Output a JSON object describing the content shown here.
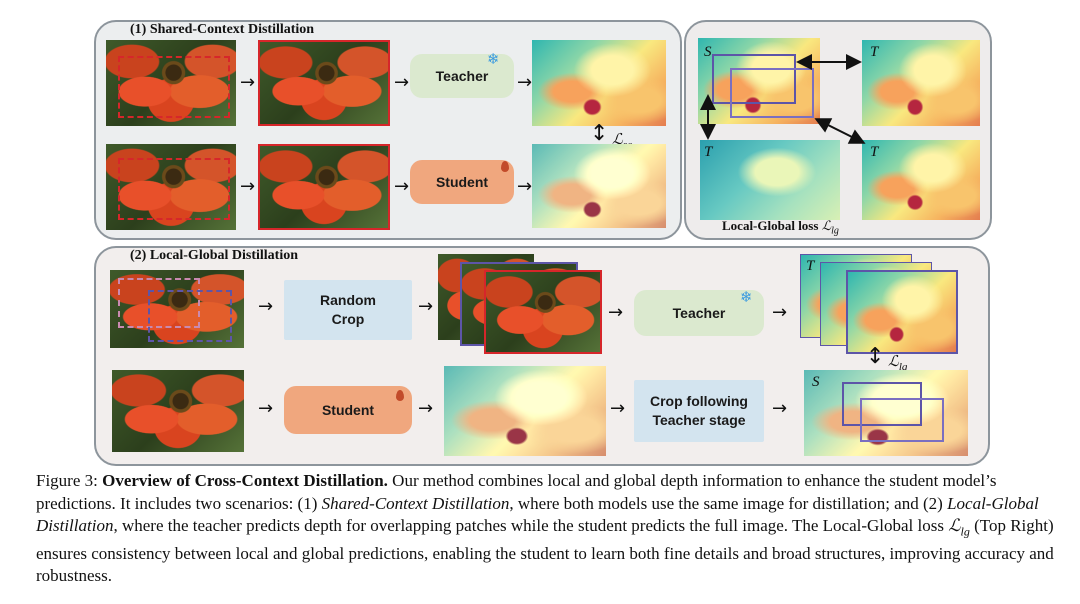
{
  "panel1": {
    "title": "(1) Shared-Context Distillation"
  },
  "panel2": {
    "loss_label": "Local-Global loss",
    "loss_symbol": "ℒ",
    "loss_sub": "lg"
  },
  "panel3": {
    "title": "(2) Local-Global Distillation"
  },
  "boxes": {
    "teacher": "Teacher",
    "student": "Student",
    "random_crop_line1": "Random",
    "random_crop_line2": "Crop",
    "crop_follow_line1": "Crop following",
    "crop_follow_line2": "Teacher stage"
  },
  "symbols": {
    "loss_sc_main": "ℒ",
    "loss_sc_sub": "sc",
    "loss_lg_main": "ℒ",
    "loss_lg_sub": "lg",
    "S": "S",
    "T": "T"
  },
  "icons": {
    "snowflake": "snowflake-icon",
    "flame": "flame-icon"
  },
  "colors": {
    "teacher_box": "#dbe9cf",
    "student_box": "#f0a77e",
    "crop_box": "#d3e4ef",
    "accent_red": "#d6262a",
    "accent_purple": "#5d55a8"
  },
  "caption": {
    "figure_label": "Figure 3: ",
    "bold_title": "Overview of Cross-Context Distillation.",
    "text1": " Our method combines local and global depth information to enhance the student model’s predictions. It includes two scenarios: (1) ",
    "italic1": "Shared-Context Distillation",
    "text2": ", where both models use the same image for distillation; and (2) ",
    "italic2": "Local-Global Distillation",
    "text3": ", where the teacher predicts depth for overlapping patches while the student predicts the full image.  The Local-Global loss ",
    "loss_symbol": "ℒ",
    "loss_sub": "lg",
    "text4": " (Top Right) ensures consistency between local and global predictions, enabling the student to learn both fine details and broad structures, improving accuracy and robustness."
  }
}
